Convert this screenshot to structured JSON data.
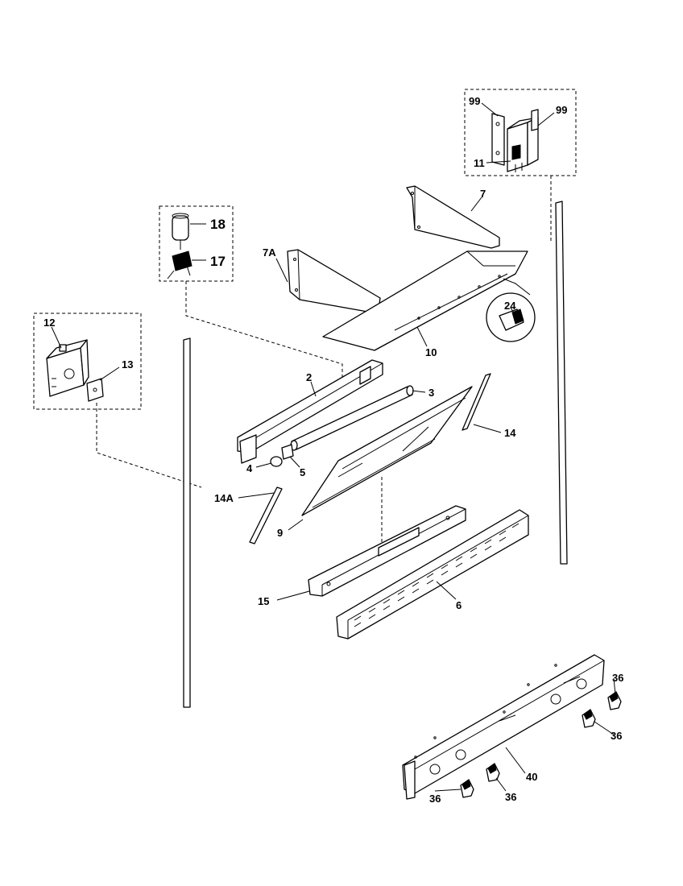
{
  "callouts": {
    "c99a": "99",
    "c99b": "99",
    "c11": "11",
    "c7": "7",
    "c18": "18",
    "c17": "17",
    "c7A": "7A",
    "c24": "24",
    "c10": "10",
    "c12": "12",
    "c13": "13",
    "c2": "2",
    "c3": "3",
    "c4": "4",
    "c5": "5",
    "c14": "14",
    "c14A": "14A",
    "c9": "9",
    "c15": "15",
    "c6": "6",
    "c36a": "36",
    "c36b": "36",
    "c36c": "36",
    "c36d": "36",
    "c40": "40"
  }
}
